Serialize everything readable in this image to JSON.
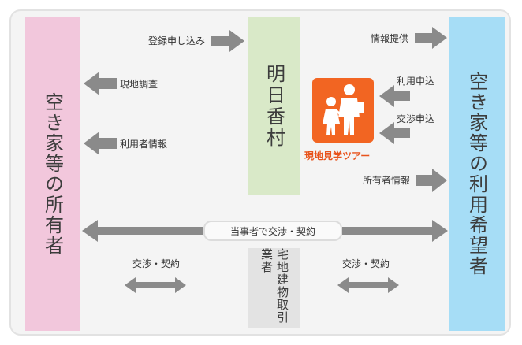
{
  "nodes": {
    "owner": "空き家等の所有者",
    "village": "明日香村",
    "user": "空き家等の利用希望者",
    "agent": "宅地建物取引業者"
  },
  "edges": {
    "registration": "登録申し込み",
    "info_provision": "情報提供",
    "site_survey": "現地調査",
    "user_info": "利用者情報",
    "use_application": "利用申込",
    "negotiation_application": "交渉申込",
    "owner_info": "所有者情報",
    "party_contract": "当事者で交渉・契約",
    "negotiation_left": "交渉・契約",
    "negotiation_right": "交渉・契約"
  },
  "tour": {
    "label": "現地見学ツアー",
    "icon": "school-children-crossing-icon",
    "color": "#f26522"
  },
  "colors": {
    "owner": "#f2c7dc",
    "user": "#a6ddf6",
    "village": "#d9e9c8",
    "agent": "#e3e3e3",
    "arrow": "#8a8a8a"
  }
}
